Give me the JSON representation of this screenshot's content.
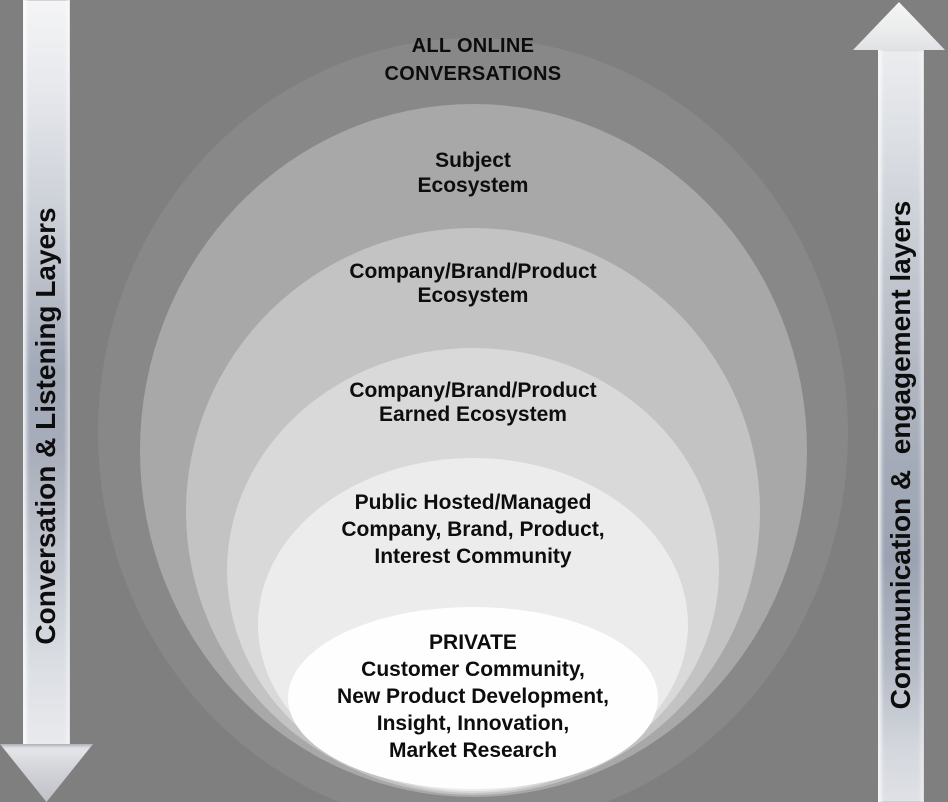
{
  "colors": {
    "background": "#7f7f7f",
    "text": "#0d0d0d"
  },
  "layers": [
    {
      "id": "all-online-conversations",
      "label": "ALL ONLINE\nCONVERSATIONS",
      "fill": "#888888"
    },
    {
      "id": "subject-ecosystem",
      "label": "Subject\nEcosystem",
      "fill": "#a8a8a8"
    },
    {
      "id": "company-brand-product-ecosystem",
      "label": "Company/Brand/Product\nEcosystem",
      "fill": "#c3c3c3"
    },
    {
      "id": "company-brand-product-earned-ecosystem",
      "label": "Company/Brand/Product\nEarned Ecosystem",
      "fill": "#d9d9d9"
    },
    {
      "id": "public-hosted-managed-community",
      "label": "Public Hosted/Managed\nCompany, Brand, Product,\nInterest Community",
      "fill": "#ececec"
    },
    {
      "id": "private-community",
      "label": "PRIVATE\nCustomer Community,\nNew Product Development,\nInsight, Innovation,\nMarket Research",
      "fill": "#fefefe"
    }
  ],
  "side_arrows": {
    "left": {
      "label": "Conversation & Listening Layers",
      "direction": "down"
    },
    "right": {
      "label": "Communication &  engagement layers",
      "direction": "up"
    }
  }
}
